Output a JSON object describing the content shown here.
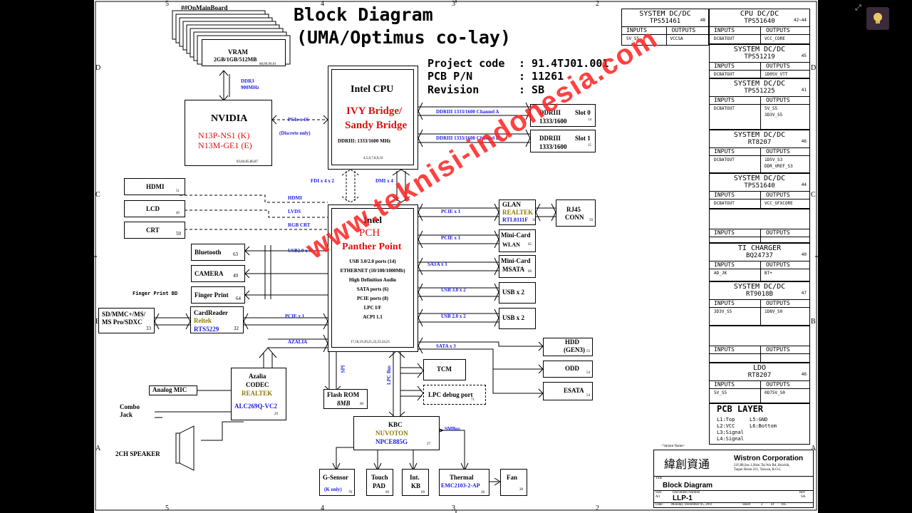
{
  "title": "Block Diagram",
  "subtitle": "(UMA/Optimus co-lay)",
  "project": {
    "code_label": "Project code",
    "code_value": ": 91.4TJ01.001",
    "pcb_label": "PCB P/N",
    "pcb_value": ":  11261",
    "rev_label": "Revision",
    "rev_value": ":  SB"
  },
  "grid": {
    "c5": "5",
    "c4": "4",
    "c3": "3",
    "c2": "2",
    "rD": "D",
    "rC": "C",
    "rB": "B",
    "rA": "A"
  },
  "on_main_board": "##OnMainBoard",
  "vram": {
    "label": "VRAM",
    "sizes": "2GB/1GB/512MB",
    "pages": "88,89,90,91"
  },
  "ddr3_link": "DDR3\n900MHz",
  "nvidia": {
    "name": "NVIDIA",
    "p1": "N13P-NS1 (K)",
    "p2": "N13M-GE1 (E)",
    "pages": "83,84,85,86,87"
  },
  "pcie16": "PCIe x 16",
  "discrete": "(Discrete only)",
  "cpu": {
    "name": "Intel CPU",
    "l1": "IVY Bridge/",
    "l2": "Sandy Bridge",
    "ddr": "DDRIII: 1333/1600 MHz",
    "pages": "4,5,6,7,8,9,10"
  },
  "chA": "DDRIII 1333/1600 Channel A",
  "chB": "DDRIII 1333/1600 Channel B",
  "slot0": {
    "a": "DDRIII",
    "b": "1333/1600",
    "c": "Slot 0",
    "p": "14"
  },
  "slot1": {
    "a": "DDRIII",
    "b": "1333/1600",
    "c": "Slot 1",
    "p": "15"
  },
  "fdi": "FDI  x 4  x 2",
  "dmi": "DMI  x 4",
  "hdmi": {
    "label": "HDMI",
    "p": "51",
    "link": "HDMI"
  },
  "lcd": {
    "label": "LCD",
    "p": "49",
    "link": "LVDS"
  },
  "crt": {
    "label": "CRT",
    "p": "50",
    "link": "RGB CRT"
  },
  "pch": {
    "intel": "Intel",
    "name": "PCH",
    "code": "Panther Point",
    "features": [
      "USB 3.0/2.0 ports (14)",
      "ETHERNET (10/100/1000Mb)",
      "High Definition Audio",
      "SATA ports (6)",
      "PCIE ports (8)",
      "LPC I/F",
      "ACPI 1.1"
    ],
    "pages": "17,18,19,20,21,22,23,24,25"
  },
  "bluetooth": {
    "label": "Bluetooth",
    "p": "63"
  },
  "camera": {
    "label": "CAMERA",
    "p": "49"
  },
  "fp": {
    "label": "Finger Print",
    "p": "64",
    "bd": "Finger Print BD"
  },
  "usb2x3": "USB2.0  x 3",
  "cardreader": {
    "label": "CardReader",
    "vendor": "Reltek",
    "part": "RTS5229",
    "p": "32",
    "link": "PCIE  x 1"
  },
  "sd": {
    "l1": "SD/MMC+/MS/",
    "l2": "MS Pro/SDXC",
    "p": "33"
  },
  "glan": {
    "l1": "GLAN",
    "l2": "REALTEK",
    "l3": "RTL8111F",
    "p": "31",
    "link": "PCIE  x 1"
  },
  "rj45": {
    "l1": "RJ45",
    "l2": "CONN",
    "p": "59"
  },
  "wlan": {
    "l1": "Mini-Card",
    "l2": "WLAN",
    "p": "65",
    "link": "PCIE  x 1"
  },
  "msata": {
    "l1": "Mini-Card",
    "l2": "MSATA",
    "p": "66",
    "link": "SATA  x 1"
  },
  "usb3": {
    "label": "USB x 2",
    "link": "USB 3.0  x 2"
  },
  "usb2": {
    "label": "USB x 2",
    "link": "USB 2.0  x 2"
  },
  "hdd": {
    "l1": "HDD",
    "l2": "(GEN3)",
    "p": "53"
  },
  "odd": {
    "label": "ODD",
    "p": "54"
  },
  "esata": {
    "label": "ESATA",
    "p": "54"
  },
  "sata3": "SATA  x 3",
  "azalia_link": "AZALIA",
  "codec": {
    "l1": "Azalia",
    "l2": "CODEC",
    "l3": "REALTEK",
    "l4": "ALC269Q-VC2",
    "p": "29"
  },
  "mic": "Analog MIC",
  "combo": "Combo\nJack",
  "speaker": "2CH SPEAKER",
  "spi": "SPI",
  "lpcbus": "LPC Bus",
  "flash": {
    "l1": "Flash ROM",
    "l2": "8MB",
    "p": "60"
  },
  "tcm": "TCM",
  "lpcdebug": {
    "label": "LPC debug  port",
    "p": "71"
  },
  "kbc": {
    "l1": "KBC",
    "l2": "NUVOTON",
    "l3": "NPCE885G",
    "p": "27"
  },
  "smbus": "SMBus",
  "gsensor": {
    "l1": "G-Sensor",
    "l2": "(K only)",
    "p": "70"
  },
  "touchpad": {
    "l1": "Touch",
    "l2": "PAD",
    "p": "69"
  },
  "intkb": {
    "l1": "Int.",
    "l2": "KB",
    "p": "69"
  },
  "thermal": {
    "l1": "Thermal",
    "l2": "EMC2103-2-AP",
    "p": "28"
  },
  "fan": {
    "label": "Fan",
    "p": "28"
  },
  "power": [
    {
      "title": "SYSTEM DC/DC",
      "part": "TPS51461",
      "p": "48",
      "in": [
        "5V_S5"
      ],
      "out": [
        "VCCSA"
      ]
    },
    {
      "title": "CPU DC/DC",
      "part": "TPS51640",
      "p": "42~44",
      "in": [
        "DCBATOUT"
      ],
      "out": [
        "VCC_CORE"
      ]
    },
    {
      "title": "SYSTEM DC/DC",
      "part": "TPS51219",
      "p": "45",
      "in": [
        "DCBATOUT"
      ],
      "out": [
        "1D05V_VTT"
      ]
    },
    {
      "title": "SYSTEM DC/DC",
      "part": "TPS51225",
      "p": "41",
      "in": [
        "DCBATOUT"
      ],
      "out": [
        "5V_S5",
        "3D3V_S5"
      ]
    },
    {
      "title": "SYSTEM DC/DC",
      "part": "RT8207",
      "p": "46",
      "in": [
        "DCBATOUT"
      ],
      "out": [
        "1D5V_S3",
        "DDR_VREF_S3"
      ]
    },
    {
      "title": "SYSTEM DC/DC",
      "part": "TPS51640",
      "p": "44",
      "in": [
        "DCBATOUT"
      ],
      "out": [
        "VCC_GFXCORE"
      ]
    },
    {
      "title": "",
      "part": "",
      "p": "",
      "in": [],
      "out": []
    },
    {
      "title": "TI CHARGER",
      "part": "BQ24737",
      "p": "40",
      "in": [
        "AD_JK"
      ],
      "out": [
        "BT+"
      ]
    },
    {
      "title": "SYSTEM DC/DC",
      "part": "RT9018B",
      "p": "47",
      "in": [
        "3D3V_S5"
      ],
      "out": [
        "1D8V_S0"
      ]
    },
    {
      "title": "",
      "part": "",
      "p": "",
      "in": [],
      "out": []
    },
    {
      "title": "LDO",
      "part": "RT8207",
      "p": "46",
      "in": [
        "5V_S5"
      ],
      "out": [
        "0D75V_S0"
      ]
    }
  ],
  "io_labels": {
    "inputs": "INPUTS",
    "outputs": "OUTPUTS"
  },
  "pcb_layer": {
    "title": "PCB LAYER",
    "l1": "L1:Top",
    "l2": "L2:VCC",
    "l3": "L3:Signal",
    "l4": "L4:Signal",
    "l5": "L5:GND",
    "l6": "L6:Bottom"
  },
  "titleblock": {
    "variant": "<Variant Name>",
    "cn": "緯創資通",
    "company": "Wistron Corporation",
    "addr1": "21F,88,Sec.1,Hsin Tai Wu Rd.,Hsichih,",
    "addr2": "Taipei Hsien 221, Taiwan, R.O.C",
    "title_lbl": "Title",
    "title": "Block Diagram",
    "size_lbl": "Size",
    "size": "A3",
    "doc_lbl": "Document Number",
    "doc": "LLP-1",
    "rev_lbl": "Rev",
    "rev": "SA",
    "date_lbl": "Date:",
    "date": "Monday, December 05, 2011",
    "sheet_lbl": "Sheet",
    "sheet": "2",
    "of": "of",
    "total": "105"
  },
  "watermark": "www.teknisi-indonesia.com",
  "colors": {
    "blue": "#1a1ae6",
    "red": "#e01010",
    "olive": "#8a7a00",
    "watermark": "#ff2020"
  }
}
